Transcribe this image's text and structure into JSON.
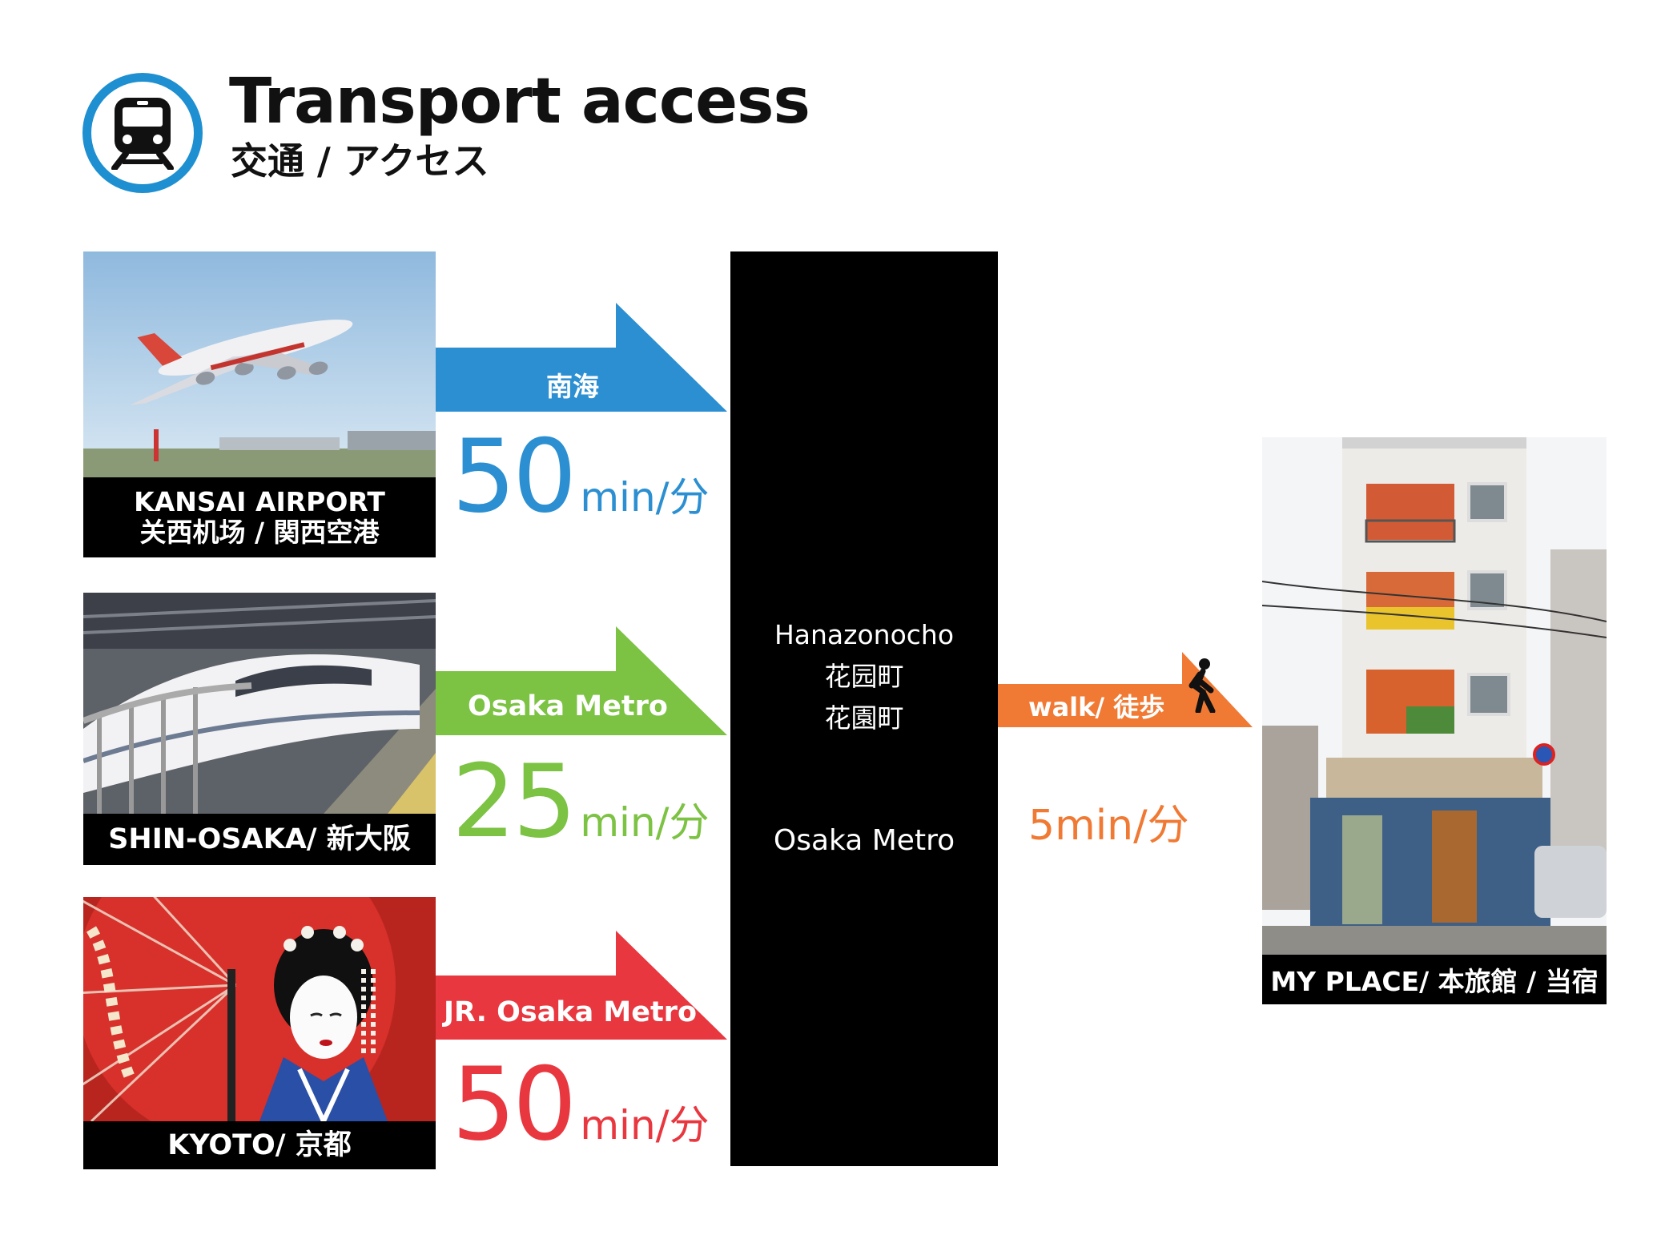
{
  "header": {
    "title": "Transport access",
    "subtitle": "交通 / アクセス"
  },
  "routes": [
    {
      "origin_line1": "KANSAI AIRPORT",
      "origin_line2": "关西机场 / 関西空港",
      "line": "南海",
      "minutes": "50",
      "unit": "min/分",
      "color": "#2b8fd1"
    },
    {
      "origin_line1": "SHIN-OSAKA/ 新大阪",
      "line": "Osaka Metro",
      "minutes": "25",
      "unit": "min/分",
      "color": "#7cc243"
    },
    {
      "origin_line1": "KYOTO/ 京都",
      "line": "JR. Osaka Metro",
      "minutes": "50",
      "unit": "min/分",
      "color": "#e8373f"
    }
  ],
  "hub": {
    "name_en": "Hanazonocho",
    "name_cn": "花园町",
    "name_jp": "花園町",
    "line": "Osaka Metro"
  },
  "walk": {
    "label": "walk/ 徒歩",
    "duration": "5min/分",
    "color": "#f07a34",
    "icon": "walking-person-icon"
  },
  "destination": {
    "caption": "MY PLACE/ 本旅館 / 当宿"
  },
  "icons": {
    "header": "train-icon"
  }
}
